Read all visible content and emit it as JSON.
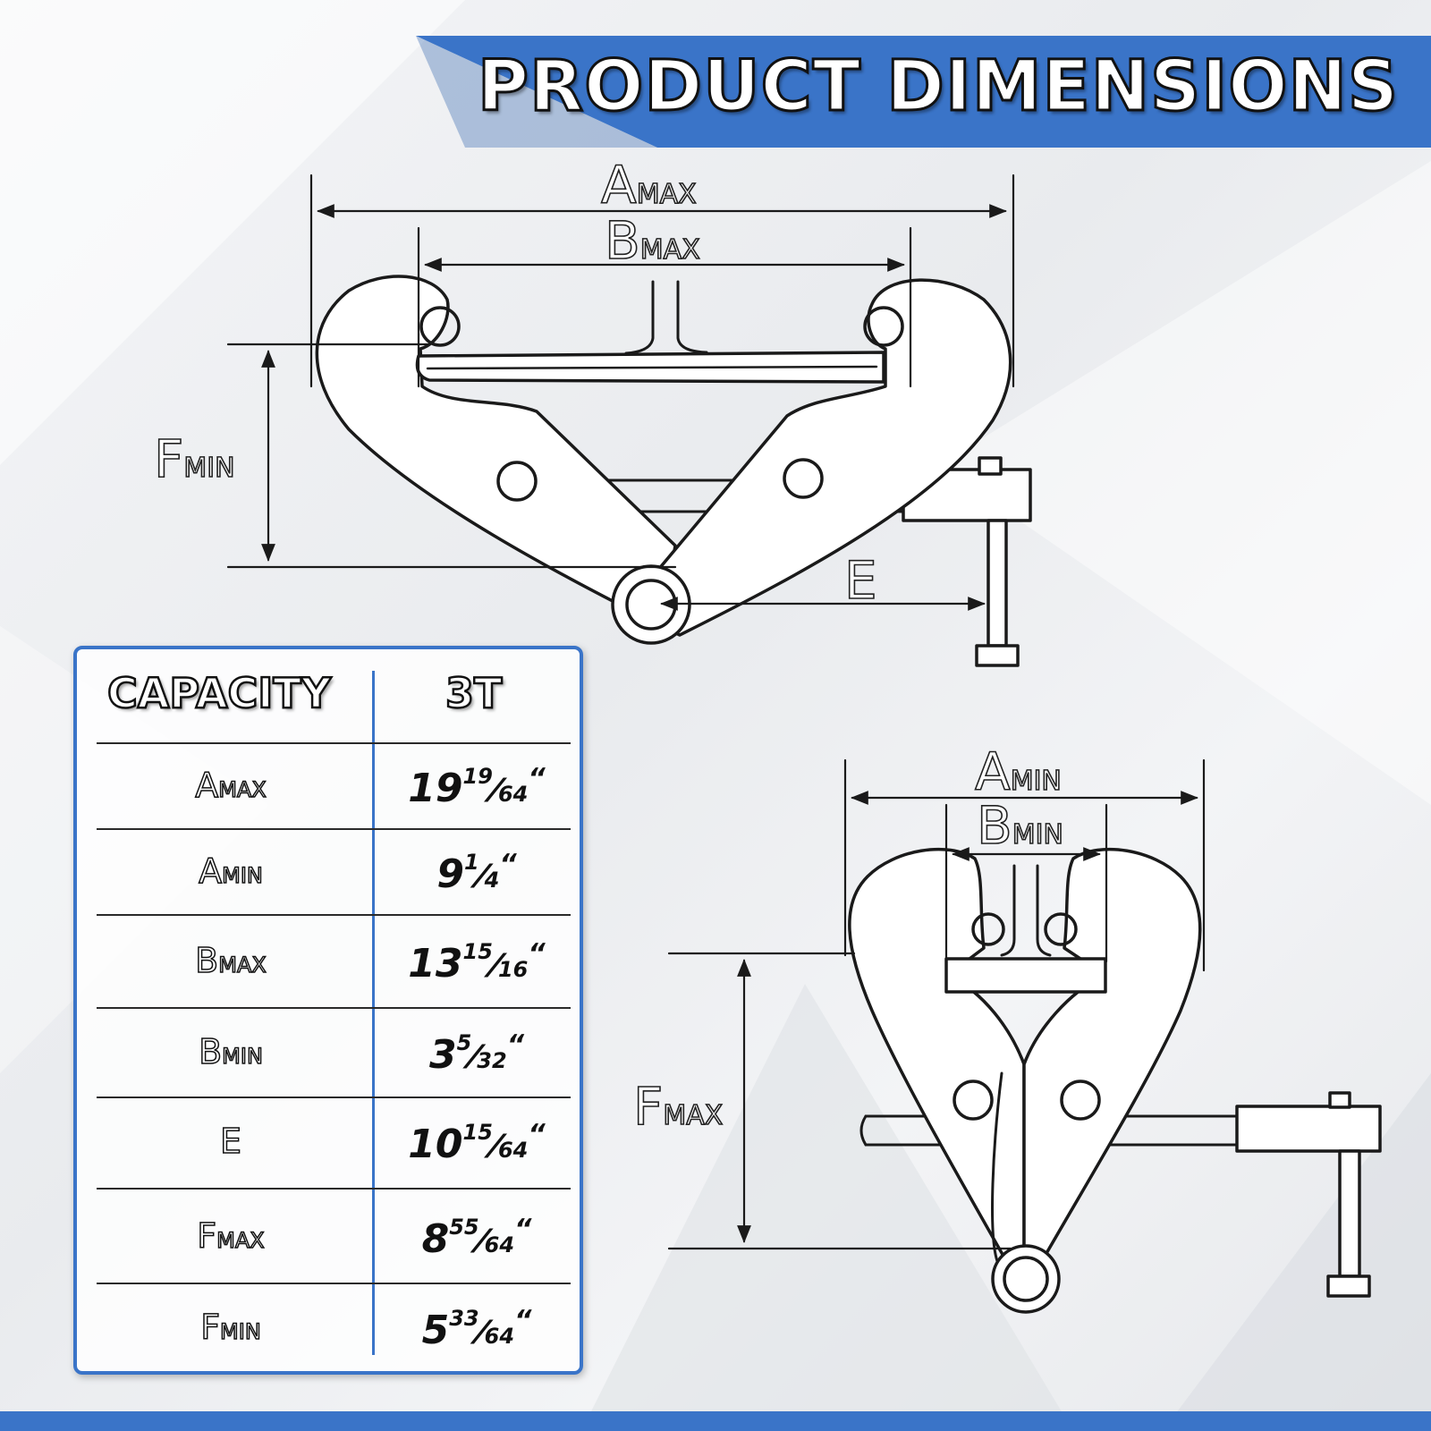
{
  "banner": {
    "title": "PRODUCT DIMENSIONS",
    "accent_color": "#3a74c8"
  },
  "diagram_top": {
    "labels": {
      "a_max": {
        "letter": "A",
        "sub": "MAX"
      },
      "b_max": {
        "letter": "B",
        "sub": "MAX"
      },
      "f_min": {
        "letter": "F",
        "sub": "MIN"
      },
      "e": {
        "letter": "E",
        "sub": ""
      }
    }
  },
  "diagram_bottom": {
    "labels": {
      "a_min": {
        "letter": "A",
        "sub": "MIN"
      },
      "b_min": {
        "letter": "B",
        "sub": "MIN"
      },
      "f_max": {
        "letter": "F",
        "sub": "MAX"
      }
    }
  },
  "spec_table": {
    "header": {
      "left": "CAPACITY",
      "right": "3T"
    },
    "rows": [
      {
        "letter": "A",
        "sub": "MAX",
        "whole": "19",
        "num": "19",
        "den": "64",
        "inch": "“"
      },
      {
        "letter": "A",
        "sub": "MIN",
        "whole": "9",
        "num": "1",
        "den": "4",
        "inch": "“"
      },
      {
        "letter": "B",
        "sub": "MAX",
        "whole": "13",
        "num": "15",
        "den": "16",
        "inch": "“"
      },
      {
        "letter": "B",
        "sub": "MIN",
        "whole": "3",
        "num": "5",
        "den": "32",
        "inch": "“"
      },
      {
        "letter": "E",
        "sub": "",
        "whole": "10",
        "num": "15",
        "den": "64",
        "inch": "“"
      },
      {
        "letter": "F",
        "sub": "MAX",
        "whole": "8",
        "num": "55",
        "den": "64",
        "inch": "“"
      },
      {
        "letter": "F",
        "sub": "MIN",
        "whole": "5",
        "num": "33",
        "den": "64",
        "inch": "“"
      }
    ]
  }
}
